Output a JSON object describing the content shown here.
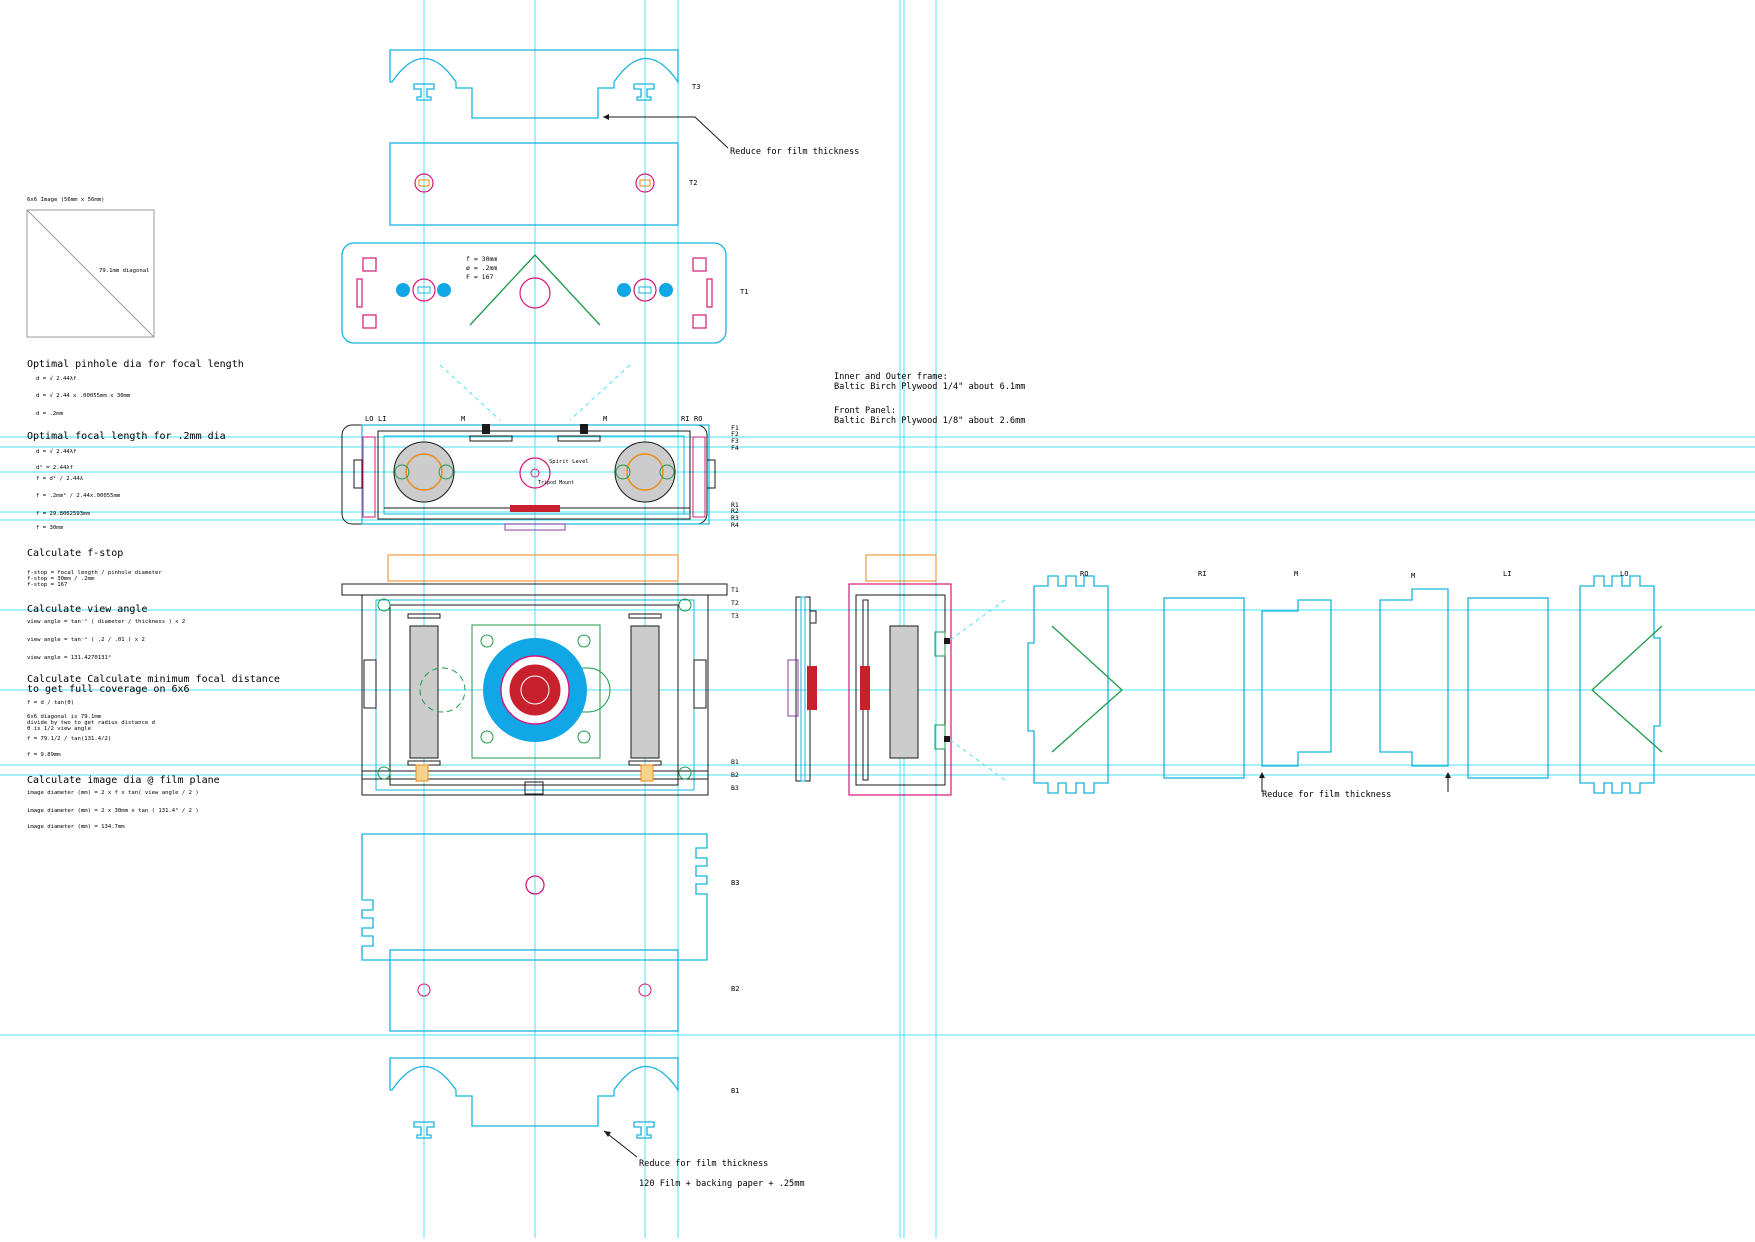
{
  "colors": {
    "guide": "#4ee2f0",
    "part": "#18b4dc",
    "black": "#1a1a1a",
    "magenta": "#d6177a",
    "green": "#1f9a4a",
    "orange": "#ee8a16",
    "blue": "#11a6e6",
    "red": "#c8202c",
    "grey": "#cccccc"
  },
  "annotations": {
    "reduce_top": "Reduce for film thickness",
    "reduce_bottom": "Reduce for film thickness",
    "reduce_right": "Reduce for film thickness",
    "film_note": "120 Film + backing paper + .25mm",
    "frame_line1": "Inner and Outer frame:",
    "frame_line2": "Baltic Birch Plywood 1/4\" about 6.1mm",
    "front_line1": "Front Panel:",
    "front_line2": "Baltic Birch Plywood 1/8\" about 2.6mm",
    "lens_f": "f = 30mm",
    "lens_d": "ø = .2mm",
    "lens_n": "F = 167",
    "spirit_level": "Spirit Level",
    "tripod_mount": "Tripod Mount"
  },
  "image_box": {
    "title": "6x6 Image (56mm x 56mm)",
    "diag": "79.1mm diagonal"
  },
  "sections": {
    "pinhole": {
      "heading": "Optimal pinhole dia for focal length",
      "l1": "d = √ 2.44λf",
      "l2": "d = √ 2.44 x .00055mm x 30mm",
      "l3": "d = .2mm"
    },
    "focal": {
      "heading": "Optimal focal length for .2mm dia",
      "l1": "d = √ 2.44λf",
      "l2": "d² = 2.44λf",
      "l3": "f = d² / 2.44λ",
      "l4": "f = .2mm² / 2.44x.00055mm",
      "l5": "f = 29.8062593mm",
      "l6": "f = 30mm"
    },
    "fstop": {
      "heading": "Calculate f-stop",
      "l1": "f-stop = focal length / pinhole diameter",
      "l2": "f-stop = 30mm / .2mm",
      "l3": "f-stop = 167"
    },
    "view": {
      "heading": "Calculate view angle",
      "l1": "view angle = tan⁻¹ ( diameter / thickness ) x 2",
      "l2": "view angle = tan⁻¹ ( .2 / .01 ) x 2",
      "l3": "view angle = 131.4270131°"
    },
    "mindist": {
      "heading1": "Calculate Calculate minimum focal distance",
      "heading2": "to get full coverage on 6x6",
      "l1": "f = d / tan(θ)",
      "l2": "6x6 diagonal is 79.1mm",
      "l3": "divide by two to get radius distance d",
      "l4": "θ is 1/2 view angle",
      "l5": "f = 79.1/2 / tan(131.4/2)",
      "l6": "f = 9.89mm"
    },
    "imgdia": {
      "heading": "Calculate image dia @ film plane",
      "l1": "image diameter (mm) = 2 x f x tan( view angle / 2 )",
      "l2": "image diameter (mm) = 2 x 30mm x tan ( 131.4° / 2 )",
      "l3": "image diameter (mm) = 134.7mm"
    }
  },
  "labels": {
    "T3": "T3",
    "T2": "T2",
    "T1": "T1",
    "B3": "B3",
    "B2": "B2",
    "B1": "B1",
    "LO": "LO",
    "LI": "LI",
    "M": "M",
    "RI": "RI",
    "RO": "RO",
    "F1": "F1",
    "F2": "F2",
    "F3": "F3",
    "F4": "F4",
    "R1": "R1",
    "R2": "R2",
    "R3": "R3",
    "R4": "R4",
    "T1b": "T1",
    "T2b": "T2",
    "T3b": "T3",
    "B1b": "B1",
    "B2b": "B2",
    "B3b": "B3",
    "pRO": "RO",
    "pRI": "RI",
    "pM1": "M",
    "pM2": "M",
    "pLI": "LI",
    "pLO": "LO"
  }
}
